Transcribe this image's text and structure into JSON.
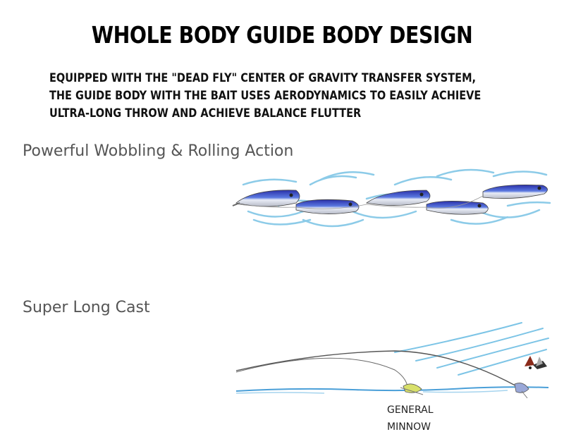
{
  "title": "WHOLE BODY GUIDE BODY DESIGN",
  "description": [
    "EQUIPPED WITH THE \"DEAD FLY\" CENTER OF GRAVITY TRANSFER SYSTEM,",
    " THE GUIDE BODY WITH THE BAIT USES AERODYNAMICS TO EASILY ACHIEVE",
    "ULTRA-LONG THROW AND ACHIEVE BALANCE FLUTTER"
  ],
  "sections": [
    {
      "label": "Powerful Wobbling & Rolling Action"
    },
    {
      "label": "Super Long Cast"
    }
  ],
  "minnow_label": [
    "GENERAL",
    "MINNOW"
  ],
  "colors": {
    "wave_blue": "#7cc4e6",
    "lure_blue": "#3a45c8",
    "water_line": "#4a9fd8",
    "text_gray": "#555555"
  }
}
